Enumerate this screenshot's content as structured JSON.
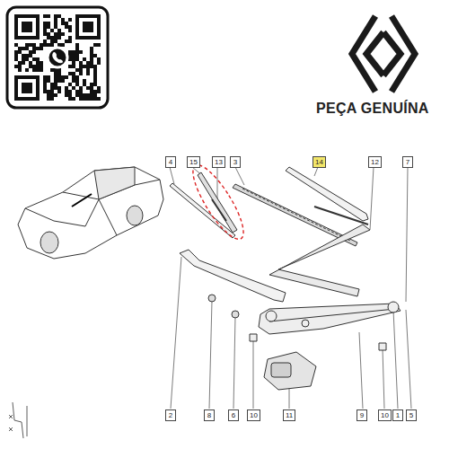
{
  "diagram": {
    "labels": [
      "PEÇA GENUÍNA",
      "4",
      "15",
      "13",
      "3",
      "14",
      "12",
      "7",
      "2",
      "8",
      "6",
      "10",
      "11",
      "9",
      "10",
      "1",
      "5"
    ]
  }
}
